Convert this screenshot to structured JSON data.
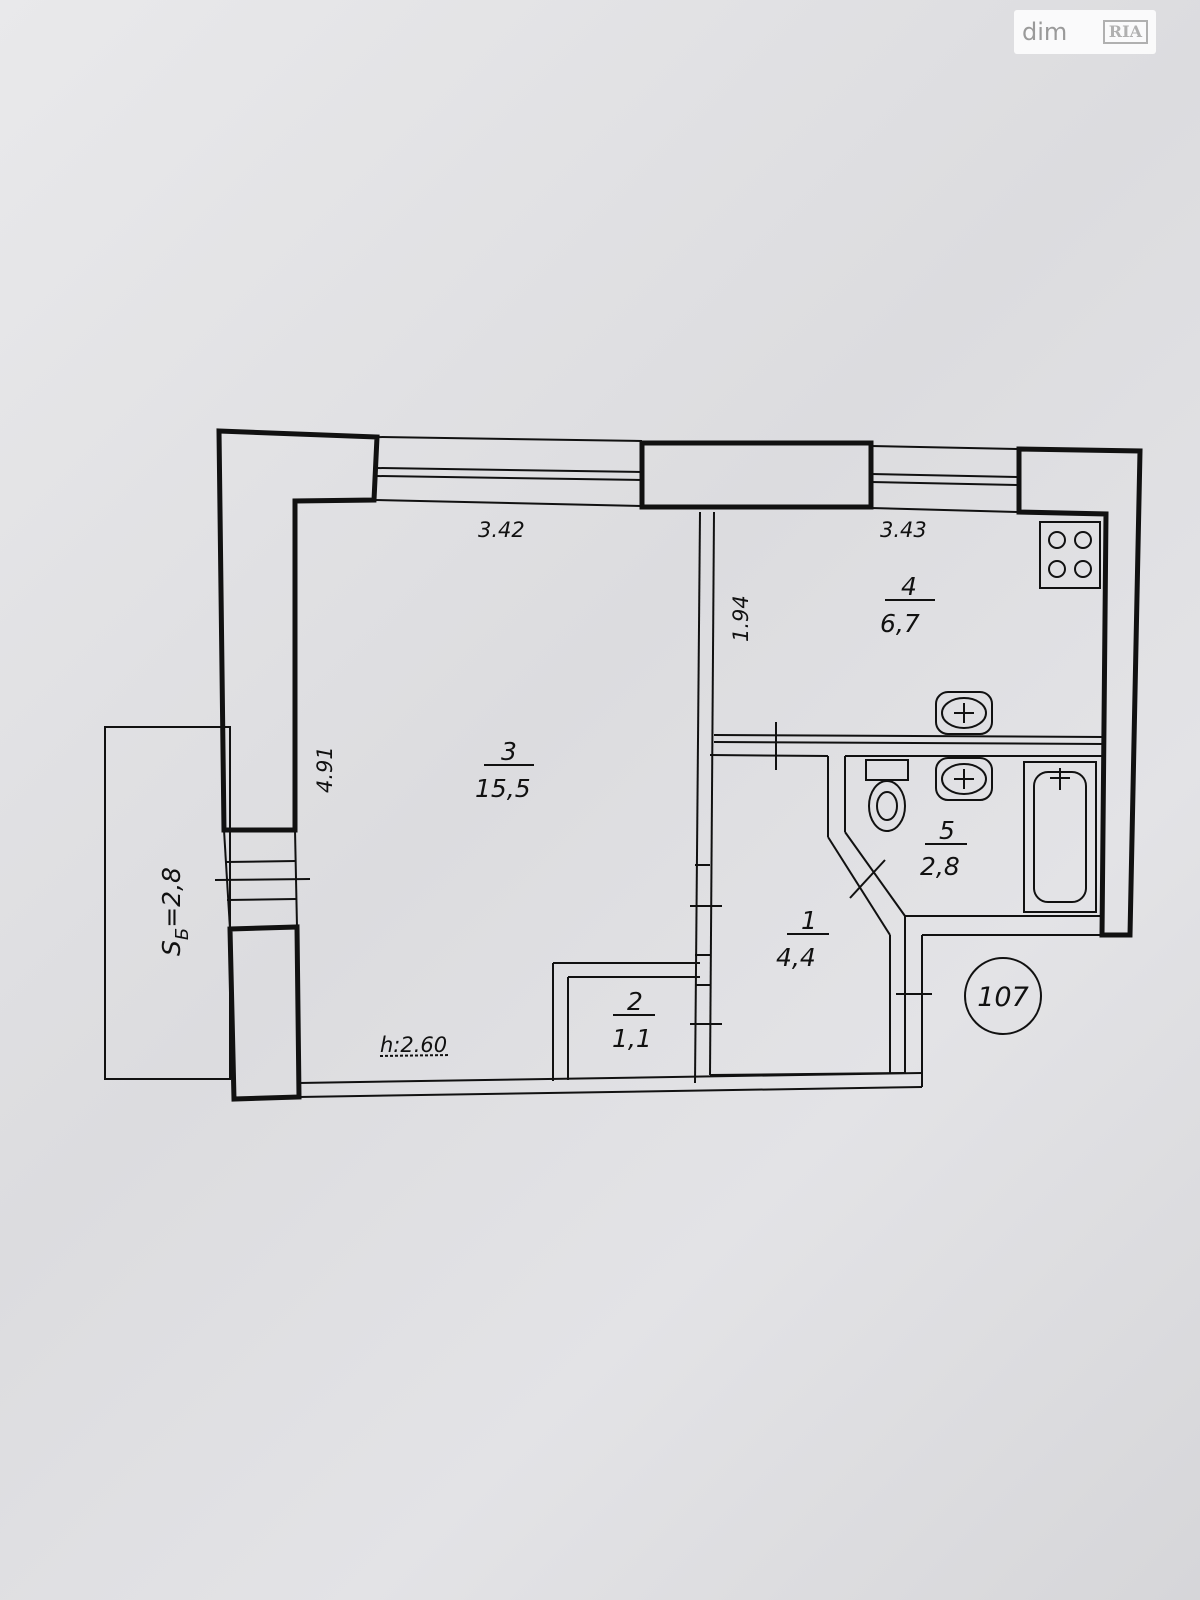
{
  "watermark": {
    "left": "dim",
    "right": "RIA"
  },
  "dimensions": {
    "room3_width": "3.42",
    "room4_width": "3.43",
    "room4_depth": "1.94",
    "room3_depth": "4.91",
    "ceiling_height": "h:2.60"
  },
  "rooms": [
    {
      "number": "3",
      "area": "15,5"
    },
    {
      "number": "4",
      "area": "6,7"
    },
    {
      "number": "5",
      "area": "2,8"
    },
    {
      "number": "1",
      "area": "4,4"
    },
    {
      "number": "2",
      "area": "1,1"
    }
  ],
  "balcony": {
    "label_s": "S",
    "label_sub": "Б",
    "label_value": "=2,8"
  },
  "apartment_number": "107",
  "colors": {
    "wall": "#111111",
    "paper": "#e4e4e7"
  }
}
